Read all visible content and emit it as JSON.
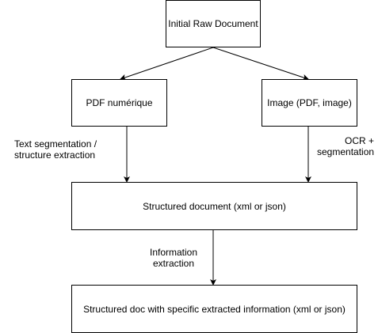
{
  "diagram": {
    "nodes": {
      "raw_document": "Initial Raw Document",
      "pdf_numerique": "PDF numérique",
      "image_pdf": "Image (PDF, image)",
      "structured_document": "Structured document (xml or json)",
      "structured_doc_extracted": "Structured doc with specific extracted information (xml or json)"
    },
    "edge_labels": {
      "text_segmentation": [
        "Text segmentation /",
        "structure extraction"
      ],
      "ocr_segmentation": [
        "OCR +",
        "segmentation"
      ],
      "information_extraction": [
        "Information",
        "extraction"
      ]
    },
    "colors": {
      "stroke": "#000000",
      "fill": "#ffffff",
      "text": "#000000"
    }
  }
}
